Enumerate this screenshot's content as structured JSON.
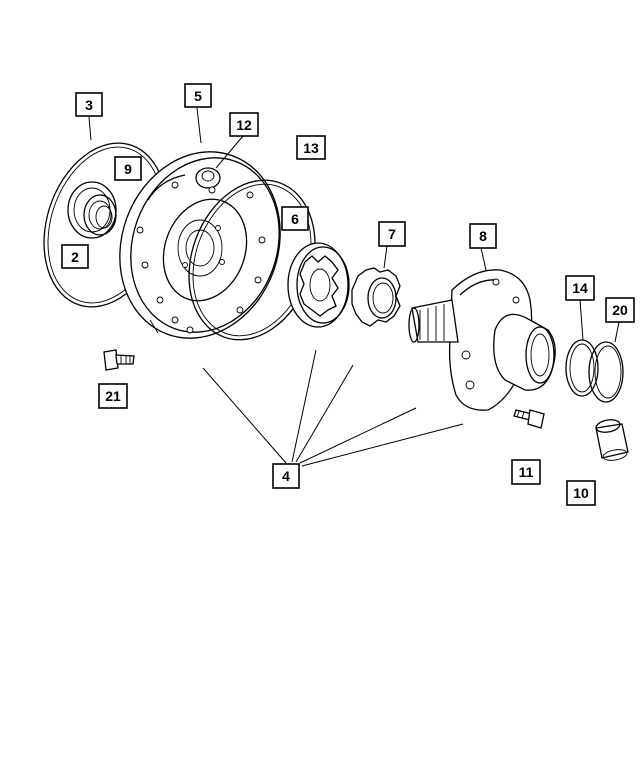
{
  "callouts": [
    {
      "id": "c2",
      "label": "2"
    },
    {
      "id": "c3",
      "label": "3"
    },
    {
      "id": "c4",
      "label": "4"
    },
    {
      "id": "c5",
      "label": "5"
    },
    {
      "id": "c6",
      "label": "6"
    },
    {
      "id": "c7",
      "label": "7"
    },
    {
      "id": "c8",
      "label": "8"
    },
    {
      "id": "c9",
      "label": "9"
    },
    {
      "id": "c10",
      "label": "10"
    },
    {
      "id": "c11",
      "label": "11"
    },
    {
      "id": "c12",
      "label": "12"
    },
    {
      "id": "c13",
      "label": "13"
    },
    {
      "id": "c14",
      "label": "14"
    },
    {
      "id": "c20",
      "label": "20"
    },
    {
      "id": "c21",
      "label": "21"
    }
  ]
}
